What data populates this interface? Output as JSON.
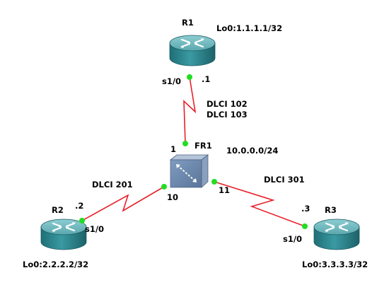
{
  "colors": {
    "link": "#e8202a",
    "port_dot": "#22dd22",
    "router_body": "#2a8a92",
    "router_top": "#6fb6bd",
    "switch_face": "#6d89ae",
    "switch_side": "#9db0c8"
  },
  "devices": {
    "r1": {
      "name": "R1",
      "loopback": "Lo0:1.1.1.1/32",
      "icon": "router-icon"
    },
    "r2": {
      "name": "R2",
      "loopback": "Lo0:2.2.2.2/32",
      "icon": "router-icon"
    },
    "r3": {
      "name": "R3",
      "loopback": "Lo0:3.3.3.3/32",
      "icon": "router-icon"
    },
    "fr1": {
      "name": "FR1",
      "network": "10.0.0.0/24",
      "icon": "frame-relay-switch-icon"
    }
  },
  "links": {
    "r1_fr1": {
      "r1_interface": "s1/0",
      "r1_address": ".1",
      "dlci_a": "DLCI 102",
      "dlci_b": "DLCI 103",
      "fr_port": "1"
    },
    "r2_fr1": {
      "r2_interface": "s1/0",
      "r2_address": ".2",
      "dlci": "DLCI 201",
      "fr_port": "10"
    },
    "r3_fr1": {
      "r3_interface": "s1/0",
      "r3_address": ".3",
      "dlci": "DLCI 301",
      "fr_port": "11"
    }
  }
}
